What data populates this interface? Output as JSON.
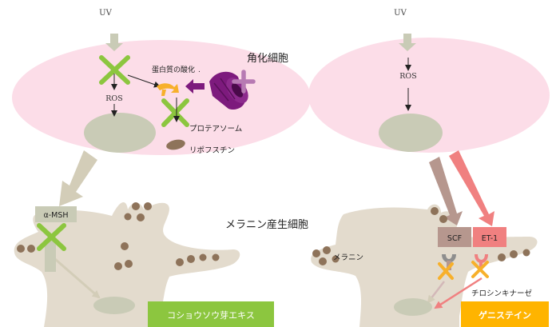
{
  "left": {
    "uv": "UV",
    "ros": "ROS",
    "keratinocyte": "角化細胞",
    "oxidation": "蛋白質の酸化",
    "proteasome": "プロテアソーム",
    "lipofuscin": "リポフスチン",
    "msh": "α-MSH",
    "badge": "コショウソウ芽エキス"
  },
  "center": {
    "melanocyte": "メラニン産生細胞"
  },
  "right": {
    "uv": "UV",
    "ros": "ROS",
    "melanin": "メラニン",
    "scf": "SCF",
    "et1": "ET-1",
    "tyrosine_kinase": "チロシンキナーゼ",
    "badge": "ゲニステイン"
  },
  "colors": {
    "cell_pink": "#fcdde8",
    "nucleus_green": "#c9cbb6",
    "melanocyte_tan": "#e3dbcd",
    "melanin_dot": "#8e735a",
    "inhibit_green": "#8cc63f",
    "inhibit_orange": "#f7b02b",
    "proteasome_purple": "#7d1a7d",
    "plus_purple": "#b77ab3",
    "scf_box": "#b6978e",
    "et1_box": "#f08080",
    "badge_green": "#8cc63f",
    "badge_yellow": "#ffb400"
  }
}
